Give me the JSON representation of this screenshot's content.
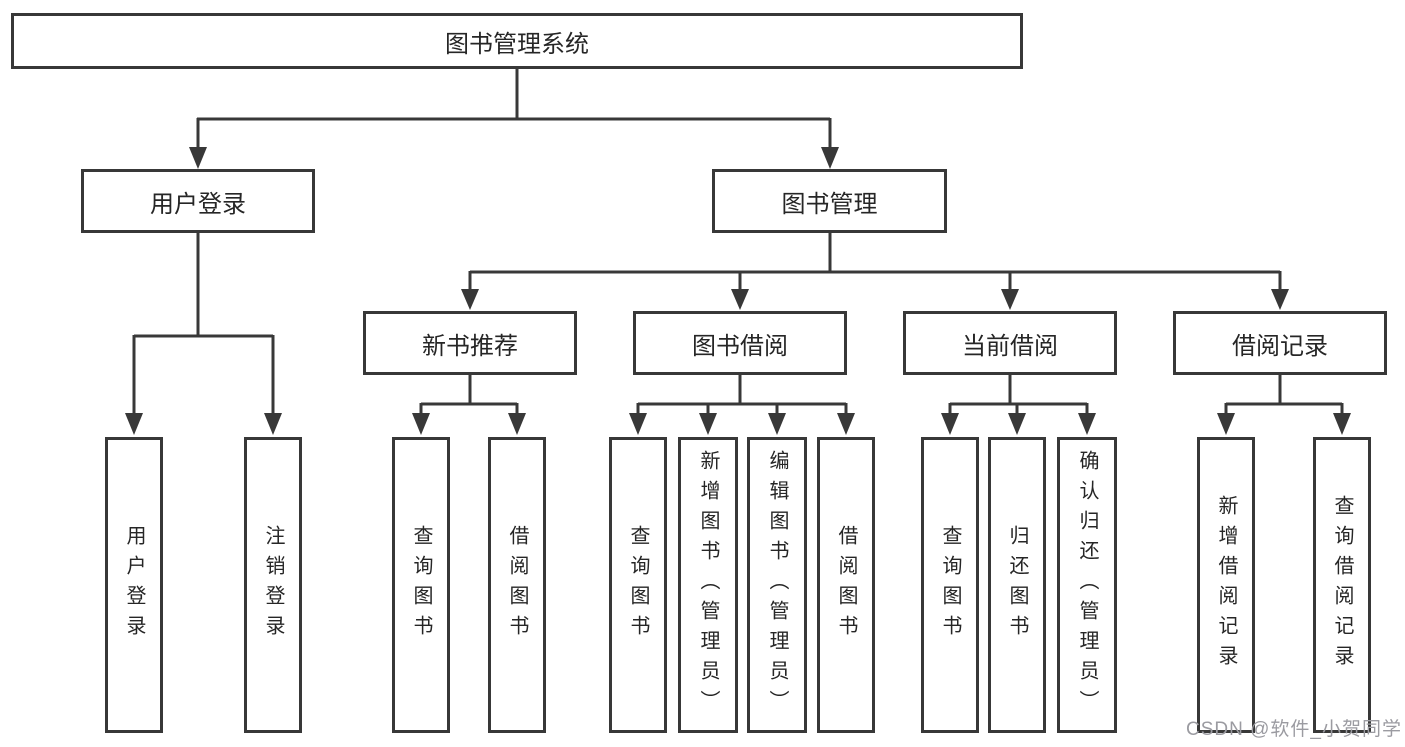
{
  "diagram": {
    "root": {
      "label": "图书管理系统"
    },
    "level2": {
      "user_login": {
        "label": "用户登录"
      },
      "book_management": {
        "label": "图书管理"
      }
    },
    "level3": {
      "new_book_recommend": {
        "label": "新书推荐"
      },
      "book_borrow": {
        "label": "图书借阅"
      },
      "current_borrow": {
        "label": "当前借阅"
      },
      "borrow_record": {
        "label": "借阅记录"
      }
    },
    "leaves": {
      "user_login_leaf": {
        "label": "用户登录"
      },
      "logout_leaf": {
        "label": "注销登录"
      },
      "rec_query_book": {
        "label": "查询图书"
      },
      "rec_borrow_book": {
        "label": "借阅图书"
      },
      "bb_query_book": {
        "label": "查询图书"
      },
      "bb_add_book": {
        "label": "新增图书（管理员）"
      },
      "bb_edit_book": {
        "label": "编辑图书（管理员）"
      },
      "bb_borrow_book": {
        "label": "借阅图书"
      },
      "cb_query_book": {
        "label": "查询图书"
      },
      "cb_return_book": {
        "label": "归还图书"
      },
      "cb_confirm_return": {
        "label": "确认归还（管理员）"
      },
      "br_add_record": {
        "label": "新增借阅记录"
      },
      "br_query_record": {
        "label": "查询借阅记录"
      }
    }
  },
  "watermark": {
    "text": "CSDN @软件_小贺同学"
  },
  "colors": {
    "line": "#383838",
    "border": "#383838",
    "text": "#262626",
    "background": "#ffffff",
    "watermark": "#9b9ba1"
  }
}
